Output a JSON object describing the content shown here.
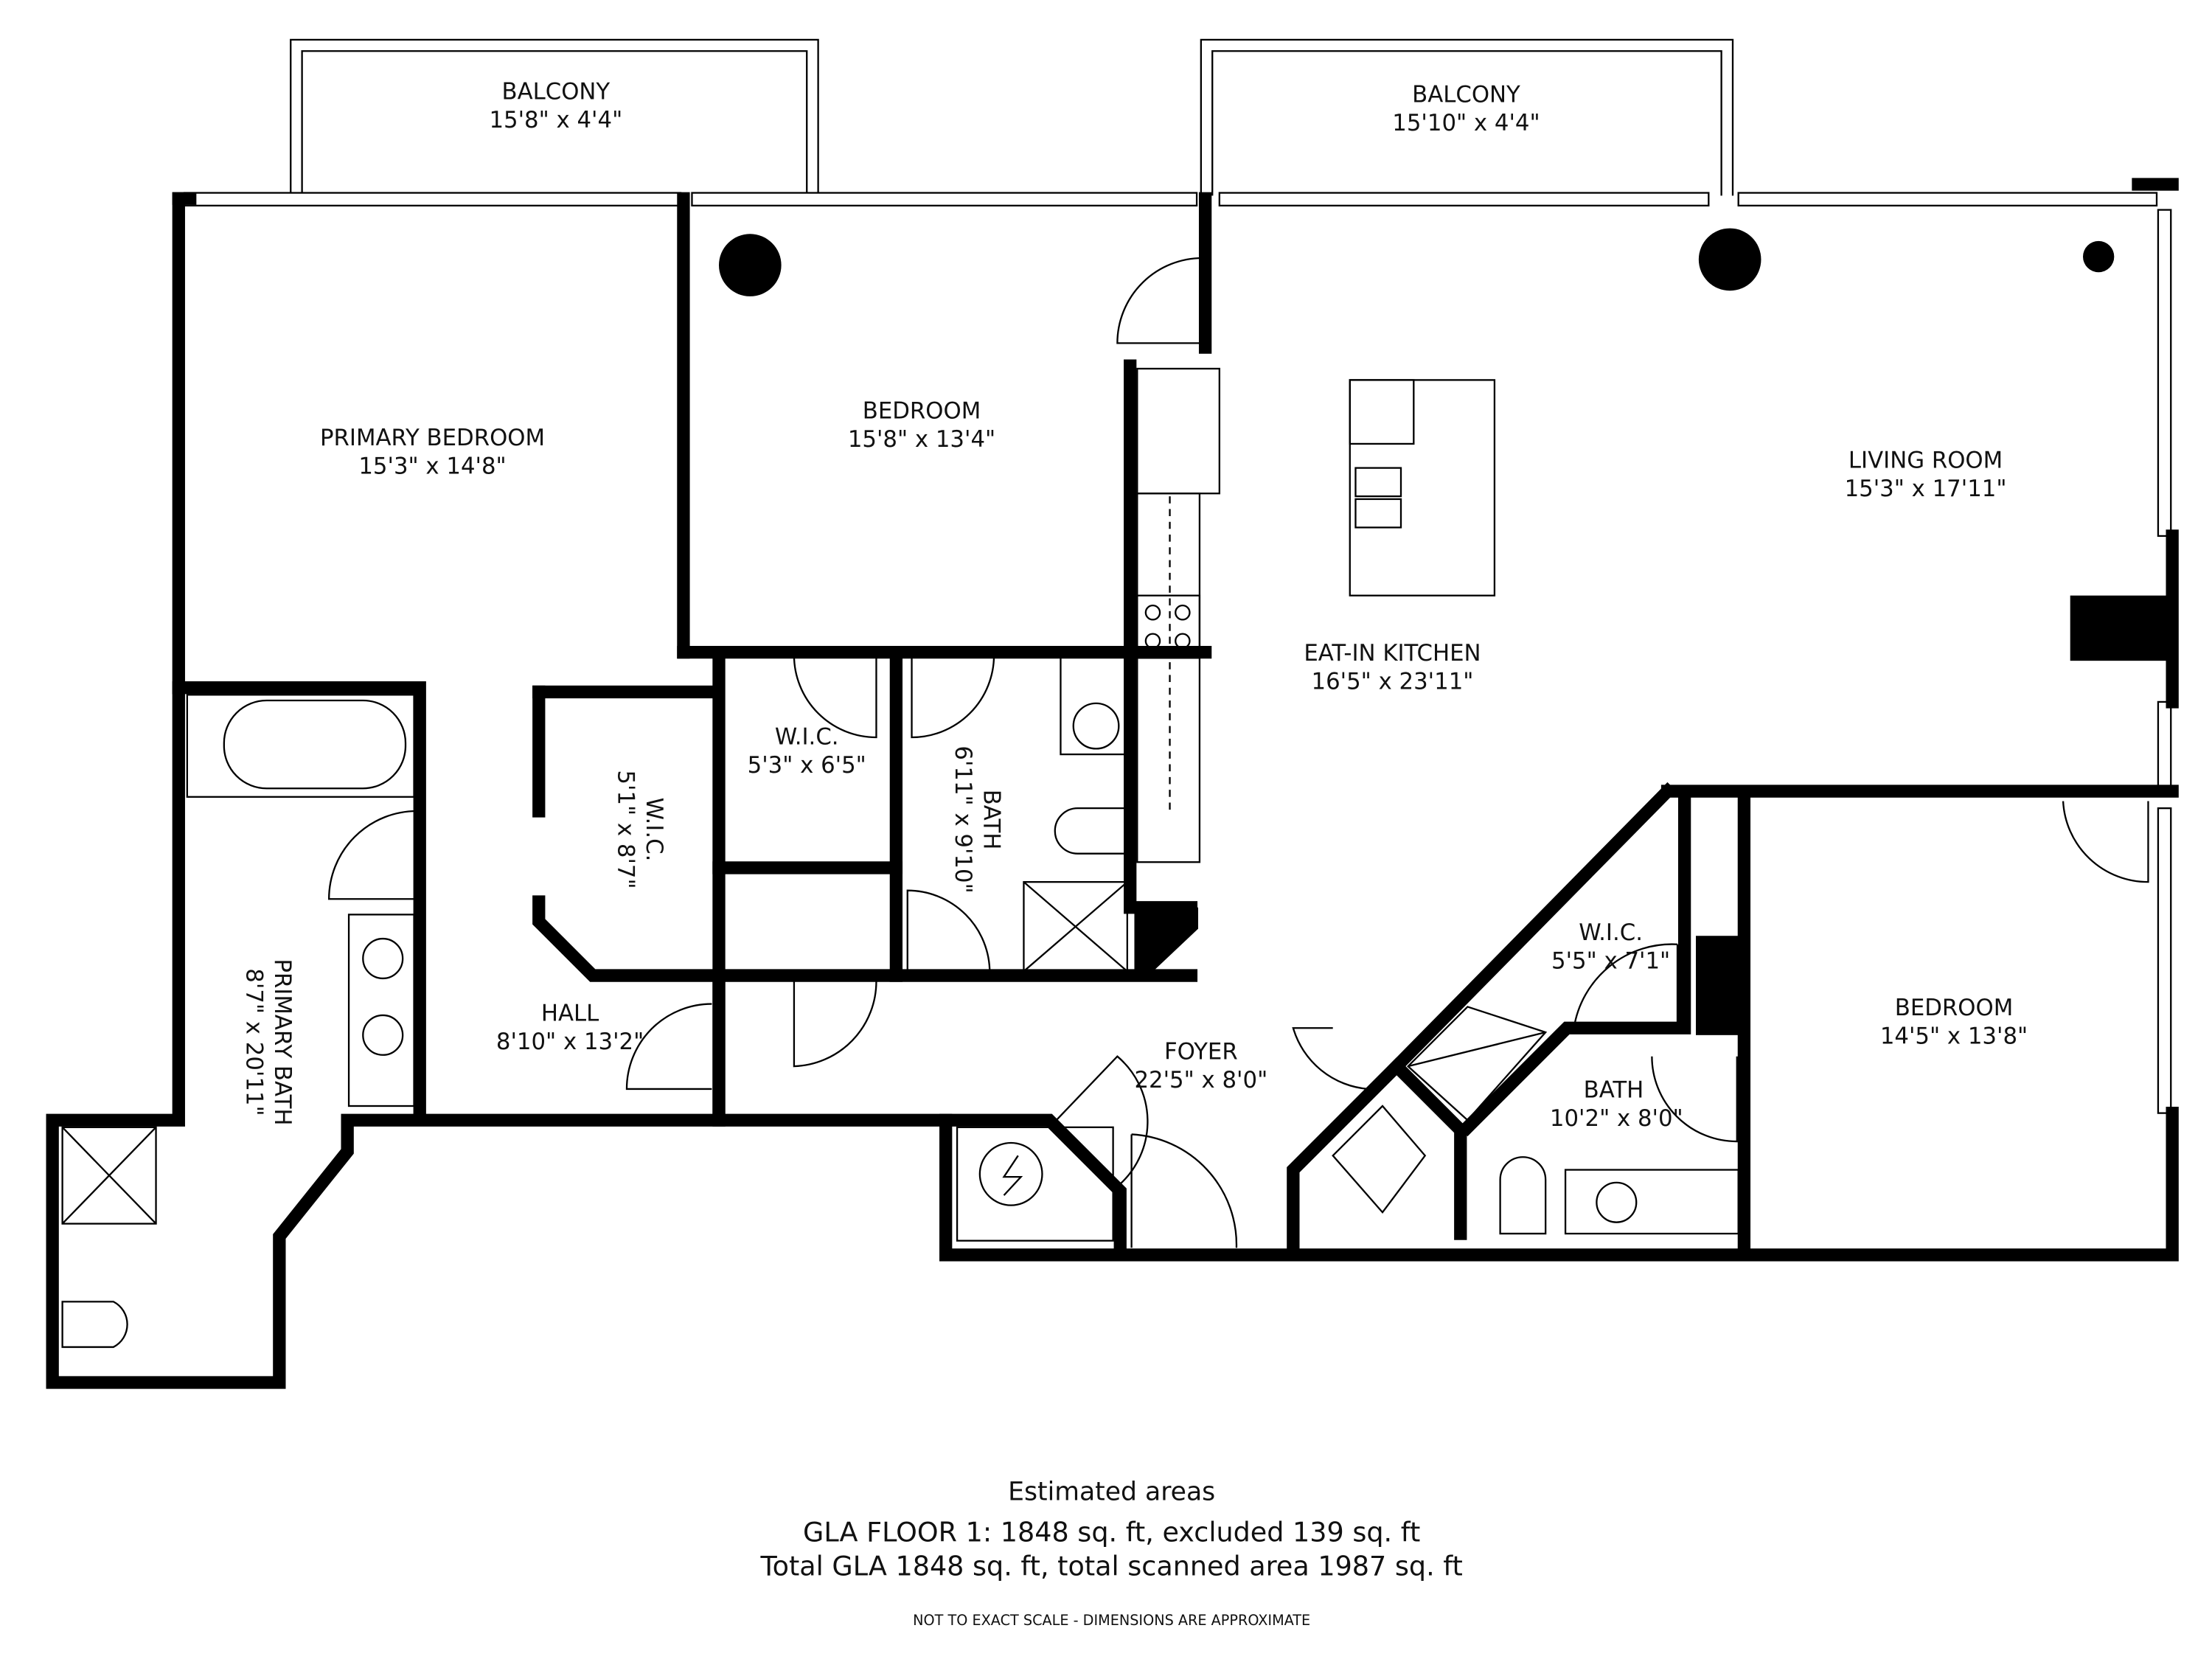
{
  "rooms": {
    "balcony_left": {
      "name": "BALCONY",
      "size": "15'8\" x 4'4\""
    },
    "balcony_right": {
      "name": "BALCONY",
      "size": "15'10\" x 4'4\""
    },
    "primary_bedroom": {
      "name": "PRIMARY BEDROOM",
      "size": "15'3\" x 14'8\""
    },
    "bedroom_top": {
      "name": "BEDROOM",
      "size": "15'8\" x 13'4\""
    },
    "living_room": {
      "name": "LIVING ROOM",
      "size": "15'3\" x 17'11\""
    },
    "kitchen": {
      "name": "EAT-IN KITCHEN",
      "size": "16'5\" x 23'11\""
    },
    "wic_center": {
      "name": "W.I.C.",
      "size": "5'3\" x 6'5\""
    },
    "wic_left": {
      "name": "W.I.C.",
      "size": "5'1\" x 8'7\""
    },
    "bath_center": {
      "name": "BATH",
      "size": "6'11\" x 9'10\""
    },
    "primary_bath": {
      "name": "PRIMARY BATH",
      "size": "8'7\" x 20'11\""
    },
    "hall": {
      "name": "HALL",
      "size": "8'10\" x 13'2\""
    },
    "foyer": {
      "name": "FOYER",
      "size": "22'5\" x 8'0\""
    },
    "wic_right": {
      "name": "W.I.C.",
      "size": "5'5\" x 7'1\""
    },
    "bath_right": {
      "name": "BATH",
      "size": "10'2\" x 8'0\""
    },
    "bedroom_right": {
      "name": "BEDROOM",
      "size": "14'5\" x 13'8\""
    }
  },
  "footer": {
    "heading": "Estimated areas",
    "line1": "GLA FLOOR 1: 1848 sq. ft, excluded 139 sq. ft",
    "line2": "Total GLA 1848 sq. ft, total scanned area 1987 sq. ft",
    "disclaimer": "NOT TO EXACT SCALE - DIMENSIONS ARE APPROXIMATE"
  }
}
